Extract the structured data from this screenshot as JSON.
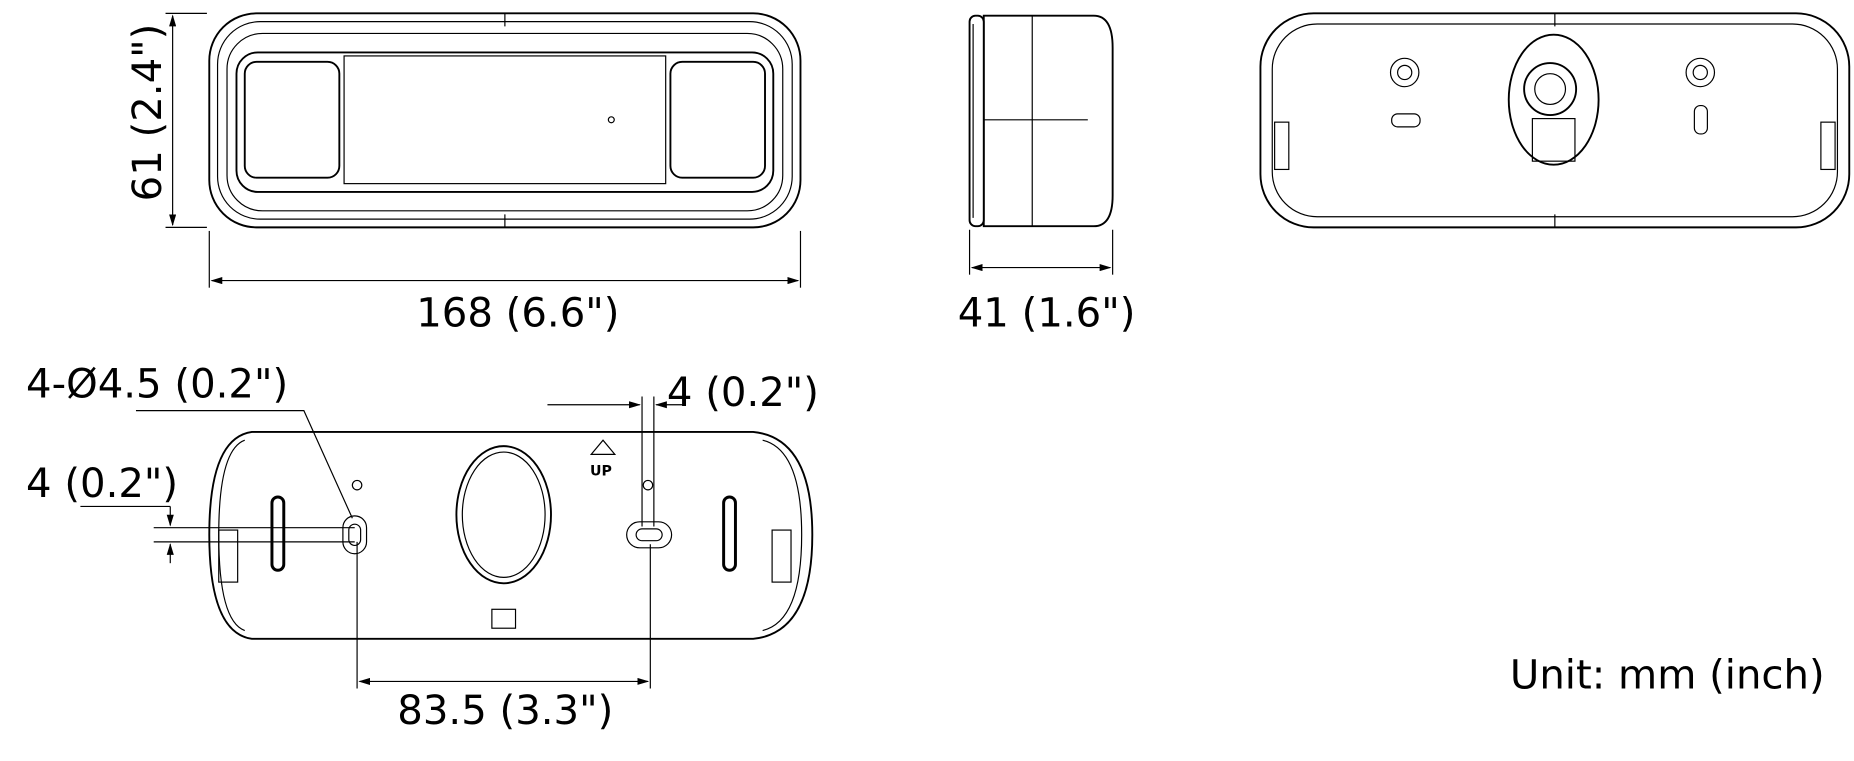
{
  "front_view": {
    "width_label": "168 (6.6\")",
    "height_label": "61 (2.4\")"
  },
  "side_view": {
    "depth_label": "41 (1.6\")"
  },
  "bottom_view": {
    "hole_label": "4-Ø4.5 (0.2\")",
    "slot_width_label": "4 (0.2\")",
    "slot_height_label": "4 (0.2\")",
    "hole_spacing_label": "83.5 (3.3\")",
    "up_mark": "UP"
  },
  "unit_label": "Unit: mm (inch)"
}
